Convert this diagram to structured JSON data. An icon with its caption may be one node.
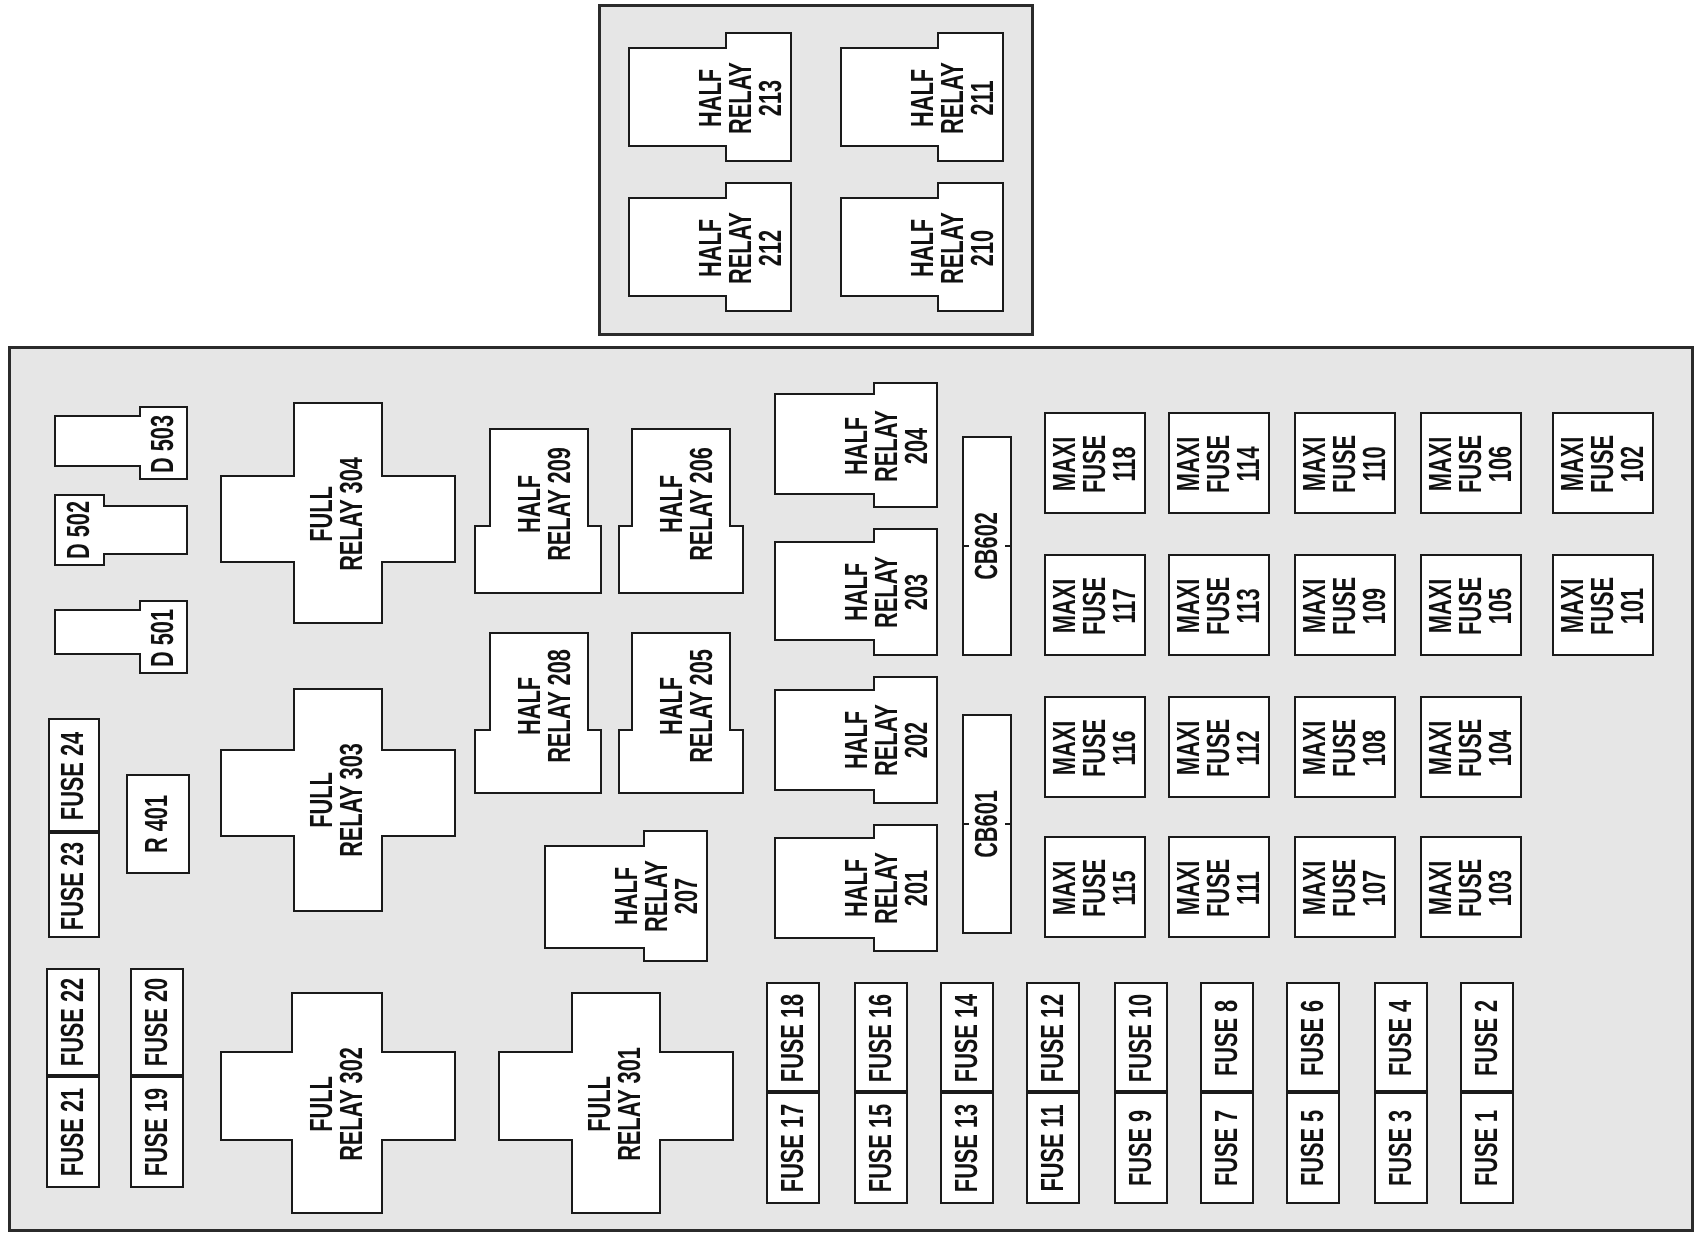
{
  "diagram": {
    "nodes": [
      {
        "text": [],
        "shape": "box"
      },
      {
        "text": [
          "HALF RELAY 213"
        ],
        "in": 0
      },
      {
        "text": [
          "HALF RELAY 211"
        ],
        "in": 0
      },
      {
        "text": [
          "HALF RELAY 212"
        ],
        "in": 0
      },
      {
        "text": [
          "HALF RELAY 210"
        ],
        "in": 0
      },
      {
        "text": [],
        "shape": "box"
      },
      {
        "text": [
          "D 503"
        ],
        "in": 5
      },
      {
        "text": [
          "D 502"
        ],
        "in": 5
      },
      {
        "text": [
          "D 501"
        ],
        "in": 5
      },
      {
        "text": [
          "FUSE 24"
        ],
        "in": 5
      },
      {
        "text": [
          "FUSE 23"
        ],
        "in": 5
      },
      {
        "text": [
          "R 401"
        ],
        "in": 5
      },
      {
        "text": [
          "FUSE 22"
        ],
        "in": 5
      },
      {
        "text": [
          "FUSE 21"
        ],
        "in": 5
      },
      {
        "text": [
          "FUSE 20"
        ],
        "in": 5
      },
      {
        "text": [
          "FUSE 19"
        ],
        "in": 5
      },
      {
        "text": [
          "FULL RELAY 304"
        ],
        "in": 5
      },
      {
        "text": [
          "FULL RELAY 303"
        ],
        "in": 5
      },
      {
        "text": [
          "FULL RELAY 302"
        ],
        "in": 5
      },
      {
        "text": [
          "FULL RELAY 301"
        ],
        "in": 5
      },
      {
        "text": [
          "HALF RELAY 209"
        ],
        "in": 5
      },
      {
        "text": [
          "HALF RELAY 206"
        ],
        "in": 5
      },
      {
        "text": [
          "HALF RELAY 208"
        ],
        "in": 5
      },
      {
        "text": [
          "HALF RELAY 205"
        ],
        "in": 5
      },
      {
        "text": [
          "HALF RELAY 207"
        ],
        "in": 5
      },
      {
        "text": [
          "HALF RELAY 204"
        ],
        "in": 5
      },
      {
        "text": [
          "HALF RELAY 203"
        ],
        "in": 5
      },
      {
        "text": [
          "HALF RELAY 202"
        ],
        "in": 5
      },
      {
        "text": [
          "HALF RELAY 201"
        ],
        "in": 5
      },
      {
        "text": [
          "CB602"
        ],
        "in": 5
      },
      {
        "text": [
          "CB601"
        ],
        "in": 5
      },
      {
        "text": [
          "MAXI FUSE 118"
        ],
        "in": 5
      },
      {
        "text": [
          "MAXI FUSE 114"
        ],
        "in": 5
      },
      {
        "text": [
          "MAXI FUSE 110"
        ],
        "in": 5
      },
      {
        "text": [
          "MAXI FUSE 106"
        ],
        "in": 5
      },
      {
        "text": [
          "MAXI FUSE 102"
        ],
        "in": 5
      },
      {
        "text": [
          "MAXI FUSE 117"
        ],
        "in": 5
      },
      {
        "text": [
          "MAXI FUSE 113"
        ],
        "in": 5
      },
      {
        "text": [
          "MAXI FUSE 109"
        ],
        "in": 5
      },
      {
        "text": [
          "MAXI FUSE 105"
        ],
        "in": 5
      },
      {
        "text": [
          "MAXI FUSE 101"
        ],
        "in": 5
      },
      {
        "text": [
          "MAXI FUSE 116"
        ],
        "in": 5
      },
      {
        "text": [
          "MAXI FUSE 112"
        ],
        "in": 5
      },
      {
        "text": [
          "MAXI FUSE 108"
        ],
        "in": 5
      },
      {
        "text": [
          "MAXI FUSE 104"
        ],
        "in": 5
      },
      {
        "text": [
          "MAXI FUSE 115"
        ],
        "in": 5
      },
      {
        "text": [
          "MAXI FUSE 111"
        ],
        "in": 5
      },
      {
        "text": [
          "MAXI FUSE 107"
        ],
        "in": 5
      },
      {
        "text": [
          "MAXI FUSE 103"
        ],
        "in": 5
      },
      {
        "text": [
          "FUSE 18"
        ],
        "in": 5
      },
      {
        "text": [
          "FUSE 16"
        ],
        "in": 5
      },
      {
        "text": [
          "FUSE 14"
        ],
        "in": 5
      },
      {
        "text": [
          "FUSE 12"
        ],
        "in": 5
      },
      {
        "text": [
          "FUSE 10"
        ],
        "in": 5
      },
      {
        "text": [
          "FUSE 8"
        ],
        "in": 5
      },
      {
        "text": [
          "FUSE 6"
        ],
        "in": 5
      },
      {
        "text": [
          "FUSE 4"
        ],
        "in": 5
      },
      {
        "text": [
          "FUSE 2"
        ],
        "in": 5
      },
      {
        "text": [
          "FUSE 17"
        ],
        "in": 5
      },
      {
        "text": [
          "FUSE 15"
        ],
        "in": 5
      },
      {
        "text": [
          "FUSE 13"
        ],
        "in": 5
      },
      {
        "text": [
          "FUSE 11"
        ],
        "in": 5
      },
      {
        "text": [
          "FUSE 9"
        ],
        "in": 5
      },
      {
        "text": [
          "FUSE 7"
        ],
        "in": 5
      },
      {
        "text": [
          "FUSE 5"
        ],
        "in": 5
      },
      {
        "text": [
          "FUSE 3"
        ],
        "in": 5
      },
      {
        "text": [
          "FUSE 1"
        ],
        "in": 5
      }
    ]
  }
}
